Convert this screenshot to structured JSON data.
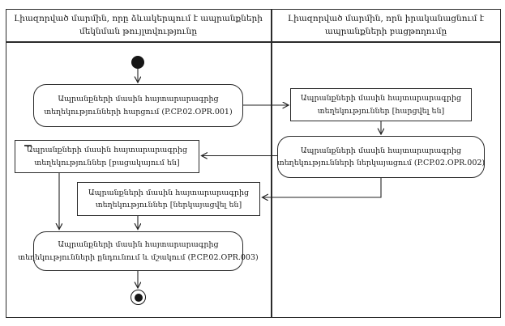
{
  "diagram": {
    "lanes": [
      {
        "title_lines": [
          "Լիազորված մարմին, որը ձևակերպում է ապրանքների",
          "մեկնման թույլտվությունը"
        ]
      },
      {
        "title_lines": [
          "Լիազորված մարմին, որն իրականացնում է",
          "ապրանքների բացթողումը"
        ]
      }
    ],
    "nodes": {
      "opr001": {
        "lines": [
          "Ապրանքների մասին հայտարարագրից",
          "տեղեկությունների հարցում (P.CP.02.OPR.001)"
        ]
      },
      "queried": {
        "lines": [
          "Ապրանքների մասին հայտարարագրից",
          "տեղեկություններ [հարցվել են]"
        ]
      },
      "opr002": {
        "lines": [
          "Ապրանքների մասին հայտարարագրից",
          "տեղեկությունների ներկայացում (P.CP.02.OPR.002)"
        ]
      },
      "absent": {
        "lines": [
          "Ապրանքների մասին հայտարարագրից",
          "տեղեկություններ [բացակայում են]"
        ]
      },
      "presented": {
        "lines": [
          "Ապրանքների մասին հայտարարագրից",
          "տեղեկություններ [ներկայացվել են]"
        ]
      },
      "opr003": {
        "lines": [
          "Ապրանքների մասին հայտարարագրից",
          "տեղեկությունների ընդունում և մշակում (P.CP.02.OPR.003)"
        ]
      }
    },
    "colors": {
      "line": "#222222",
      "text": "#1a1a1a",
      "background": "#ffffff"
    }
  }
}
